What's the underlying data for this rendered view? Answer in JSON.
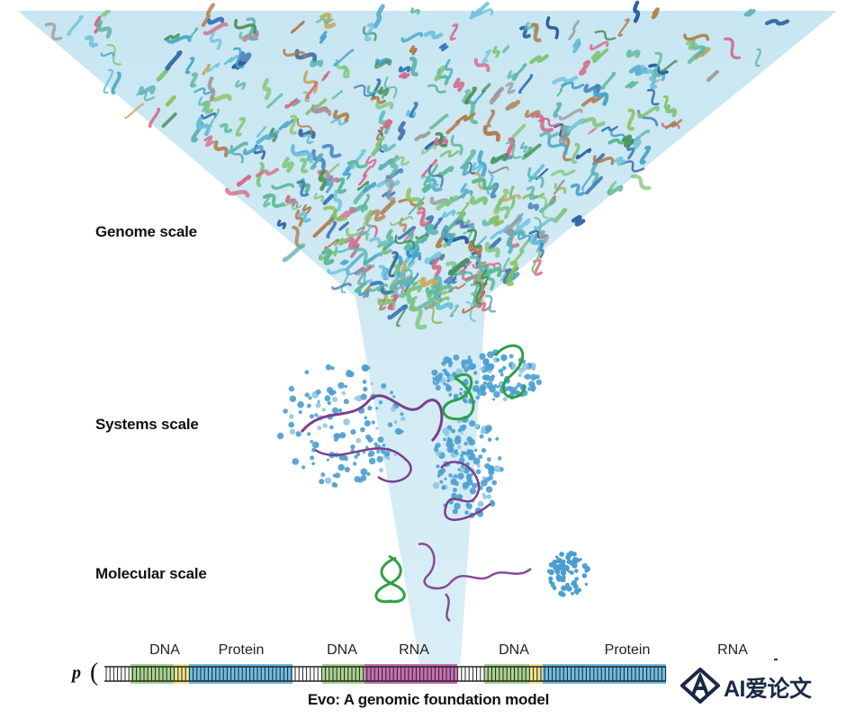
{
  "labels": {
    "genome": "Genome scale",
    "systems": "Systems scale",
    "molecular": "Molecular scale"
  },
  "sequence": {
    "prefix": "p",
    "paren": "(",
    "segments": [
      {
        "type": "DNA",
        "label": "DNA",
        "color": "#a9d58f"
      },
      {
        "type": "Protein",
        "label": "Protein",
        "color": "#6cbde6"
      },
      {
        "type": "DNA",
        "label": "DNA",
        "color": "#a9d58f"
      },
      {
        "type": "RNA",
        "label": "RNA",
        "color": "#c86fb4"
      },
      {
        "type": "DNA",
        "label": "DNA",
        "color": "#a9d58f"
      },
      {
        "type": "Protein",
        "label": "Protein",
        "color": "#6cbde6"
      },
      {
        "type": "RNA",
        "label": "RNA",
        "color": ""
      }
    ]
  },
  "caption": "Evo: A genomic foundation model",
  "watermark": {
    "text": "AI爱论文",
    "logo": "triangle-a-logo"
  },
  "colors": {
    "funnel": "#cfe9f3",
    "protein_blue": "#4a9fd0",
    "rna_purple": "#7a3f8a",
    "dna_green": "#3aa04a"
  }
}
